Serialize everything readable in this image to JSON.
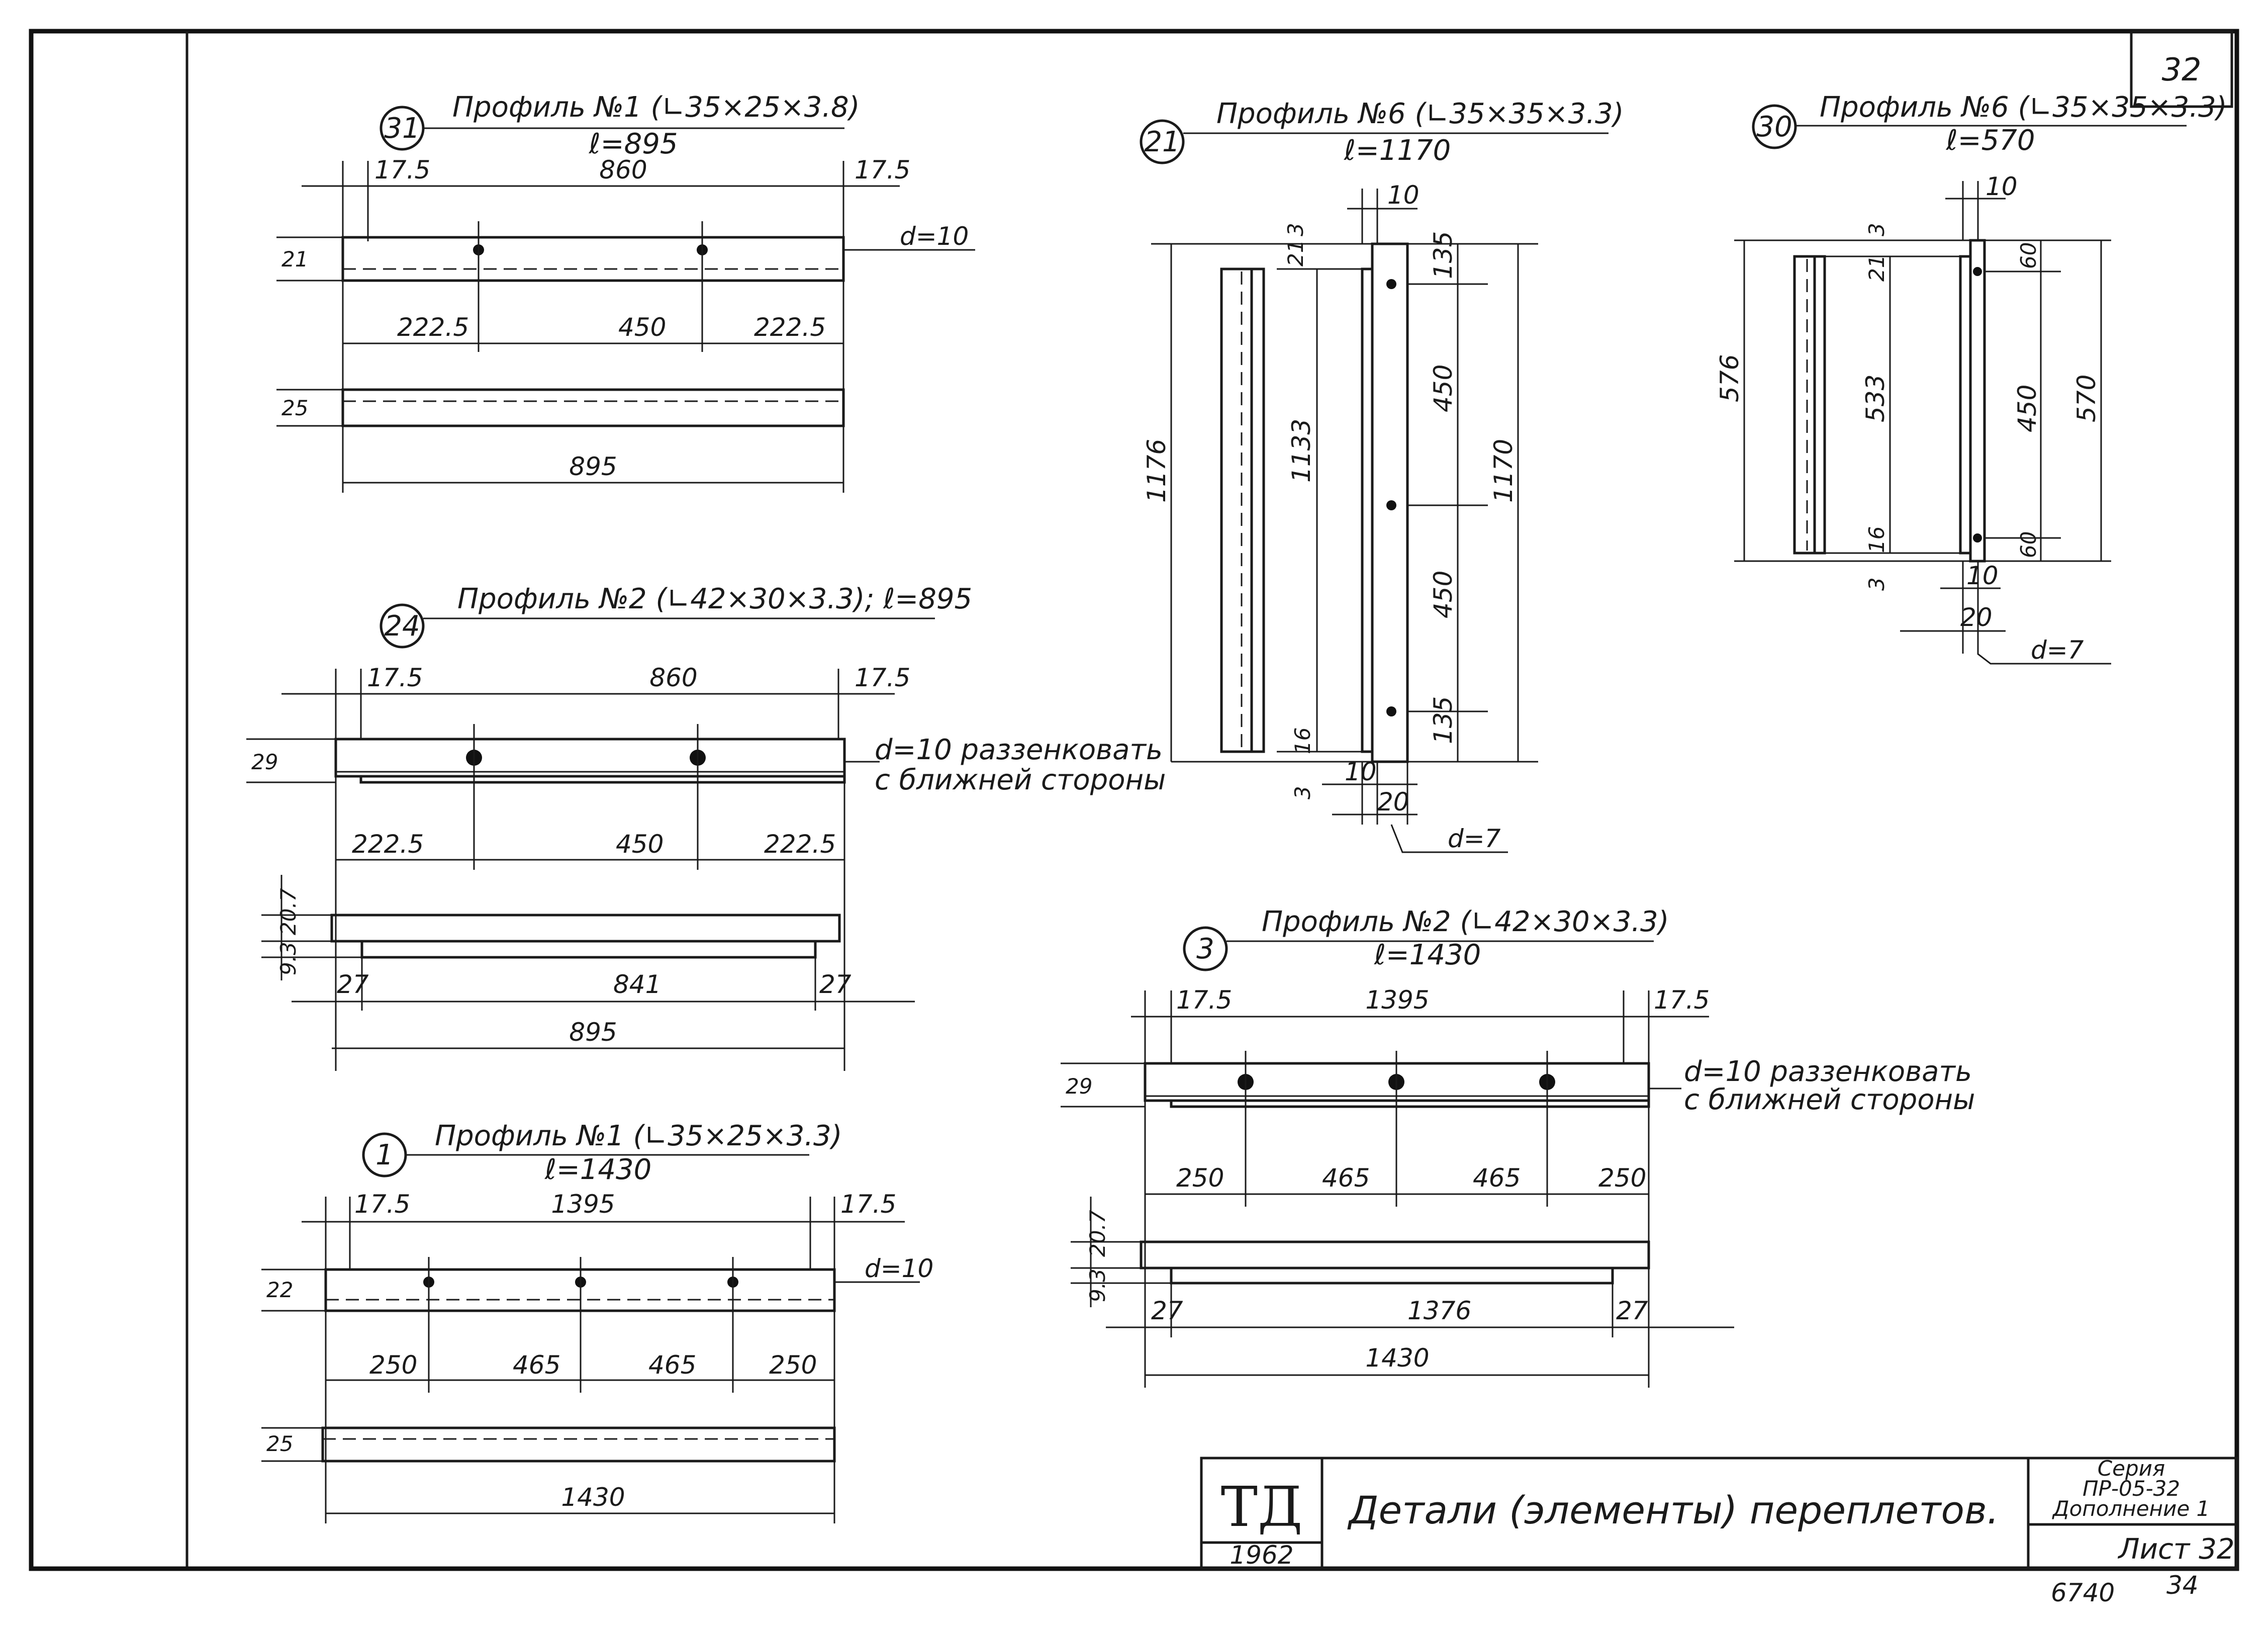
{
  "sheet": {
    "page_number": "32",
    "title": "Детали (элементы) переплетов.",
    "stamp": {
      "logo": "ТД",
      "year": "1962"
    },
    "series": {
      "label": "Серия",
      "code": "ПР-05-32",
      "supplement": "Дополнение 1"
    },
    "sheet_label": "Лист 32",
    "bottom_left": "6740",
    "bottom_right": "34"
  },
  "parts": {
    "p31": {
      "number": "31",
      "title": "Профиль №1 (∟35×25×3.8)",
      "length": "ℓ=895",
      "top_dims": [
        "17.5",
        "860",
        "17.5"
      ],
      "hole": "d=10",
      "side_dims": [
        "21",
        "25"
      ],
      "hole_dims": [
        "222.5",
        "450",
        "222.5"
      ],
      "total": "895"
    },
    "p24": {
      "number": "24",
      "title": "Профиль №2 (∟42×30×3.3); ℓ=895",
      "top_dims": [
        "17.5",
        "860",
        "17.5"
      ],
      "note": [
        "d=10 раззенковать",
        "с ближней стороны"
      ],
      "side_dims": [
        "29",
        "20.7",
        "9.3"
      ],
      "hole_dims": [
        "222.5",
        "450",
        "222.5"
      ],
      "bottom_dims": [
        "27",
        "841",
        "27"
      ],
      "total": "895"
    },
    "p1": {
      "number": "1",
      "title": "Профиль №1 (∟35×25×3.3)",
      "length": "ℓ=1430",
      "top_dims": [
        "17.5",
        "1395",
        "17.5"
      ],
      "hole": "d=10",
      "side_dims": [
        "22",
        "25"
      ],
      "hole_dims": [
        "250",
        "465",
        "465",
        "250"
      ],
      "total": "1430"
    },
    "p21": {
      "number": "21",
      "title": "Профиль №6 (∟35×35×3.3)",
      "length": "ℓ=1170",
      "dims": [
        "10",
        "21",
        "3",
        "135",
        "450",
        "450",
        "135",
        "1133",
        "1176",
        "1170",
        "16",
        "3",
        "10",
        "20"
      ],
      "hole": "d=7"
    },
    "p30": {
      "number": "30",
      "title": "Профиль №6 (∟35×35×3.3)",
      "length": "ℓ=570",
      "dims": [
        "10",
        "3",
        "21",
        "60",
        "450",
        "60",
        "533",
        "576",
        "570",
        "16",
        "3",
        "10",
        "20"
      ],
      "hole": "d=7"
    },
    "p3": {
      "number": "3",
      "title": "Профиль №2 (∟42×30×3.3)",
      "length": "ℓ=1430",
      "top_dims": [
        "17.5",
        "1395",
        "17.5"
      ],
      "note": [
        "d=10 раззенковать",
        "с ближней стороны"
      ],
      "side_dims": [
        "29",
        "20.7",
        "9.3"
      ],
      "hole_dims": [
        "250",
        "465",
        "465",
        "250"
      ],
      "bottom_dims": [
        "27",
        "1376",
        "27"
      ],
      "total": "1430"
    }
  }
}
